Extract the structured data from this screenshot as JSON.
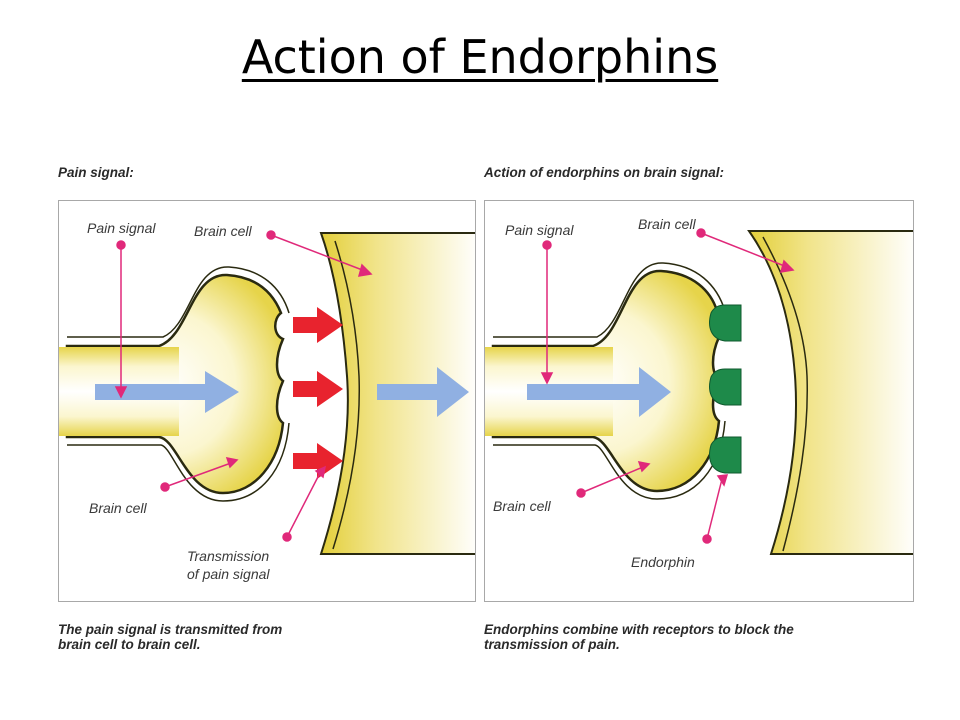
{
  "title": "Action of Endorphins",
  "left_panel": {
    "header": "Pain signal:",
    "labels": {
      "pain_signal": "Pain signal",
      "brain_cell_top": "Brain cell",
      "brain_cell_bottom": "Brain cell",
      "transmission_line1": "Transmission",
      "transmission_line2": "of pain signal"
    },
    "caption_line1": "The pain signal is transmitted from",
    "caption_line2": "brain cell to brain cell."
  },
  "right_panel": {
    "header": "Action of endorphins on brain signal:",
    "labels": {
      "pain_signal": "Pain signal",
      "brain_cell_top": "Brain cell",
      "brain_cell_bottom": "Brain cell",
      "endorphin": "Endorphin"
    },
    "caption_line1": "Endorphins combine with receptors to block the",
    "caption_line2": "transmission of pain."
  },
  "colors": {
    "cell_yellow": "#e9d94a",
    "cell_outline": "#2a2a10",
    "signal_arrow": "#90b0e2",
    "transmitter_arrow": "#e8232e",
    "endorphin_green": "#1e8a4a",
    "pointer_magenta": "#e0297a"
  }
}
